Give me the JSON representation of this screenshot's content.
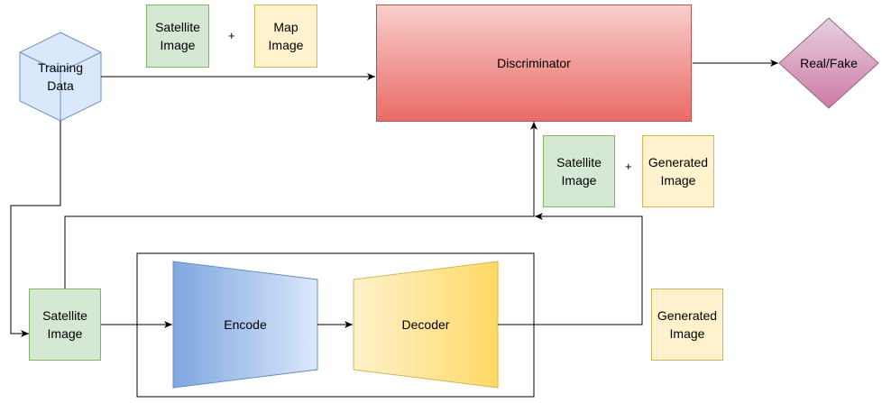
{
  "nodes": {
    "training_data": "Training\nData",
    "sat_top": "Satellite\nImage",
    "map_top": "Map\nImage",
    "plus_top": "+",
    "discriminator": "Discriminator",
    "real_fake": "Real/Fake",
    "sat_mid": "Satellite\nImage",
    "plus_mid": "+",
    "gen_mid": "Generated\nImage",
    "sat_bottom": "Satellite\nImage",
    "encode": "Encode",
    "decoder": "Decoder",
    "gen_bottom": "Generated\nImage"
  },
  "colors": {
    "green_fill": "#d5e8d4",
    "green_stroke": "#82b366",
    "yellow_fill": "#fff2cc",
    "yellow_stroke": "#d6b656",
    "red_top": "#f8cecc",
    "red_bottom": "#ea6b66",
    "blue_fill": "#dae8fc",
    "blue_stroke": "#6c8ebf",
    "pink_top": "#e6d0de",
    "pink_bottom": "#cd7ba6"
  }
}
